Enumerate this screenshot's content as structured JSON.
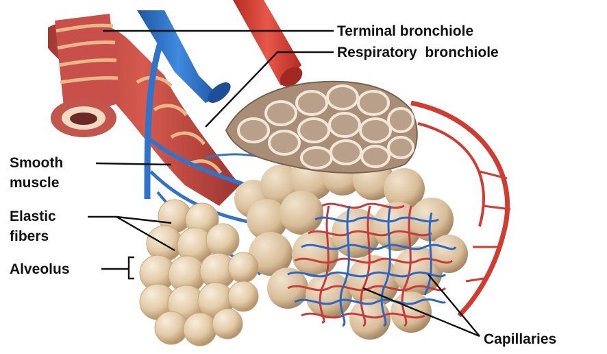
{
  "labels": {
    "terminal_bronchiole": "Terminal bronchiole",
    "respiratory_bronchiole": "Respiratory  bronchiole",
    "smooth_muscle_line1": "Smooth",
    "smooth_muscle_line2": "muscle",
    "elastic_fibers_line1": "Elastic",
    "elastic_fibers_line2": "fibers",
    "alveolus": "Alveolus",
    "capillaries": "Capillaries"
  },
  "colors": {
    "artery": "#d43a2f",
    "vein": "#2f74c9",
    "bronchiole_muscle": "#c9504a",
    "muscle_band": "#e8b78a",
    "alveoli": "#e7d3b4",
    "alveoli_shadow": "#c2a37c",
    "cut_alveoli": "#8c7361"
  }
}
